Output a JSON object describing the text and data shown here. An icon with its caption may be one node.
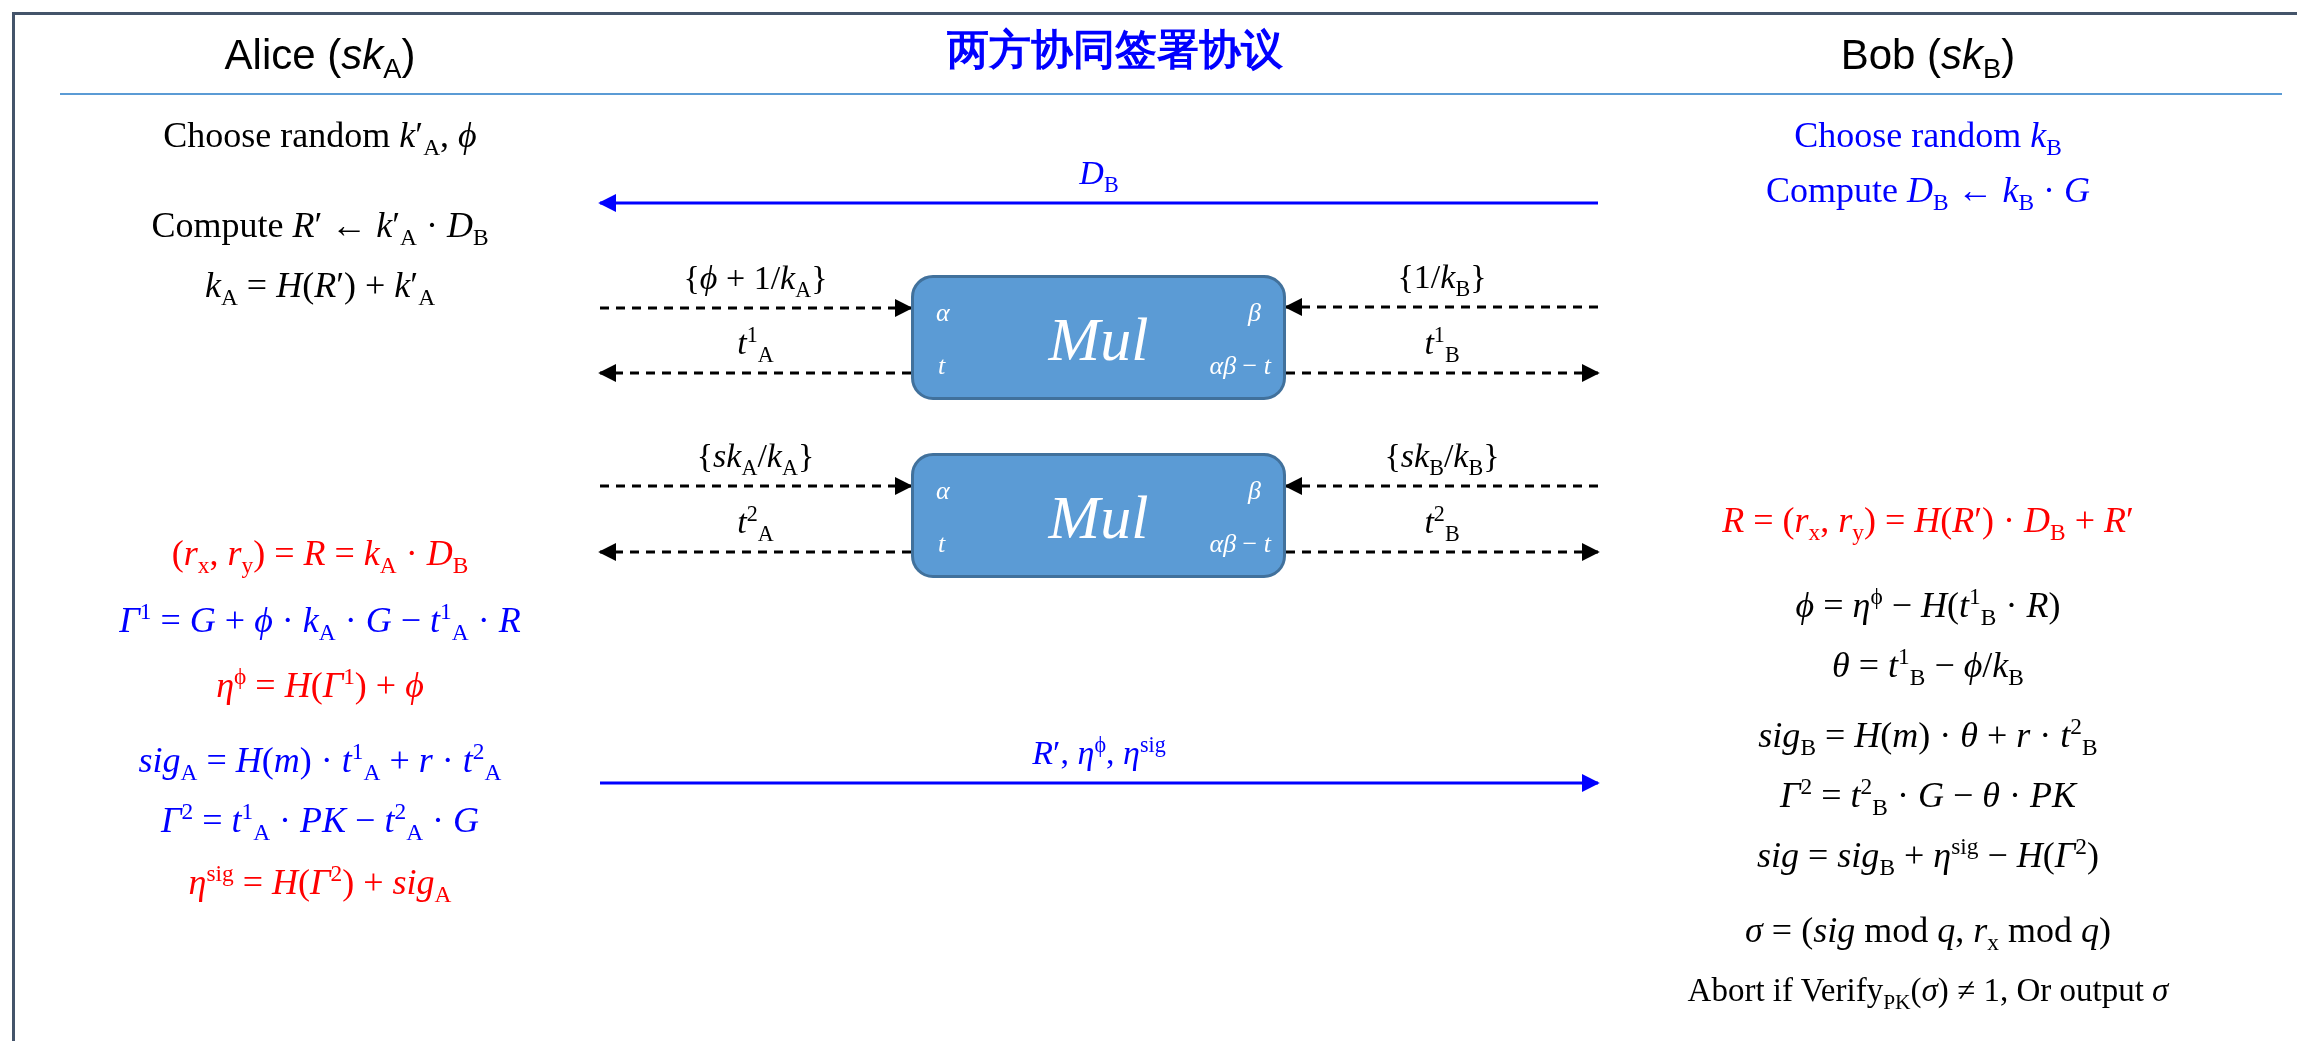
{
  "diagram": {
    "title": "两方协同签署协议",
    "nodes": [
      {
        "text": [
          "Alice (*sk*$_{A}$)",
          "Choose random *k*′$_{A}$, *ϕ*",
          "Compute *R*′ ← *k*′$_{A}$ · *D*$_{B}$",
          "*k*$_{A}$ = *H*(*R*′) + *k*′$_{A}$",
          "(*r*$_{x}$, *r*$_{y}$) = *R* = *k*$_{A}$ · *D*$_{B}$",
          "*Γ*$^{1}$ = *G* + *ϕ* · *k*$_{A}$ · *G* − *t*$^{1}$$_{A}$ · *R*",
          "*η*$^{ϕ}$ = *H*(*Γ*$^{1}$) + *ϕ*",
          "*sig*$_{A}$ = *H*(*m*) · *t*$^{1}$$_{A}$ + *r* · *t*$^{2}$$_{A}$",
          "*Γ*$^{2}$ = *t*$^{1}$$_{A}$ · *PK* − *t*$^{2}$$_{A}$ · *G*",
          "*η*$^{sig}$ = *H*(*Γ*$^{2}$) + *sig*$_{A}$"
        ]
      },
      {
        "text": [
          "Bob (*sk*$_{B}$)",
          "Choose random *k*$_{B}$",
          "Compute *D*$_{B}$ ← *k*$_{B}$ · *G*",
          "*R* = (*r*$_{x}$, *r*$_{y}$) = *H*(*R*′) · *D*$_{B}$ + *R*′",
          "*ϕ* = *η*$^{ϕ}$ − *H*(*t*$^{1}$$_{B}$ · *R*)",
          "*θ* = *t*$^{1}$$_{B}$ − *ϕ*/*k*$_{B}$",
          "*sig*$_{B}$ = *H*(*m*) · *θ* + *r* · *t*$^{2}$$_{B}$",
          "*Γ*$^{2}$ = *t*$^{2}$$_{B}$ · *G* − *θ* · *PK*",
          "*sig* = *sig*$_{B}$ + *η*$^{sig}$ − *H*(*Γ*$^{2}$)",
          "*σ* = (*sig* mod *q*, *r*$_{x}$ mod *q*)",
          "Abort if Verify$_{PK}$(*σ*) ≠ 1, Or output *σ*"
        ]
      },
      {
        "text": [
          "α",
          "Mul",
          "β",
          "t",
          "*αβ* − *t*"
        ]
      },
      {
        "text": [
          "α",
          "Mul",
          "β",
          "t",
          "*αβ* − *t*"
        ]
      }
    ],
    "edges": [
      {
        "from": 1,
        "to": 0,
        "arrow": "to",
        "label": "*D*$_{B}$",
        "color": "#0000ff"
      },
      {
        "from": 0,
        "to": 2,
        "arrow": "to",
        "label": "{*ϕ* + 1/*k*$_{A}$}",
        "style": "dashed"
      },
      {
        "from": 2,
        "to": 0,
        "arrow": "to",
        "label": "*t*$^{1}$$_{A}$",
        "style": "dashed"
      },
      {
        "from": 1,
        "to": 2,
        "arrow": "to",
        "label": "{1/*k*$_{B}$}",
        "style": "dashed"
      },
      {
        "from": 2,
        "to": 1,
        "arrow": "to",
        "label": "*t*$^{1}$$_{B}$",
        "style": "dashed"
      },
      {
        "from": 0,
        "to": 3,
        "arrow": "to",
        "label": "{*sk*$_{A}$/*k*$_{A}$}",
        "style": "dashed"
      },
      {
        "from": 3,
        "to": 0,
        "arrow": "to",
        "label": "*t*$^{2}$$_{A}$",
        "style": "dashed"
      },
      {
        "from": 1,
        "to": 3,
        "arrow": "to",
        "label": "{*sk*$_{B}$/*k*$_{B}$}",
        "style": "dashed"
      },
      {
        "from": 3,
        "to": 1,
        "arrow": "to",
        "label": "*t*$^{2}$$_{B}$",
        "style": "dashed"
      },
      {
        "from": 0,
        "to": 1,
        "arrow": "to",
        "label": "*R*′, *η*$^{ϕ}$, *η*$^{sig}$",
        "color": "#0000ff"
      }
    ]
  }
}
